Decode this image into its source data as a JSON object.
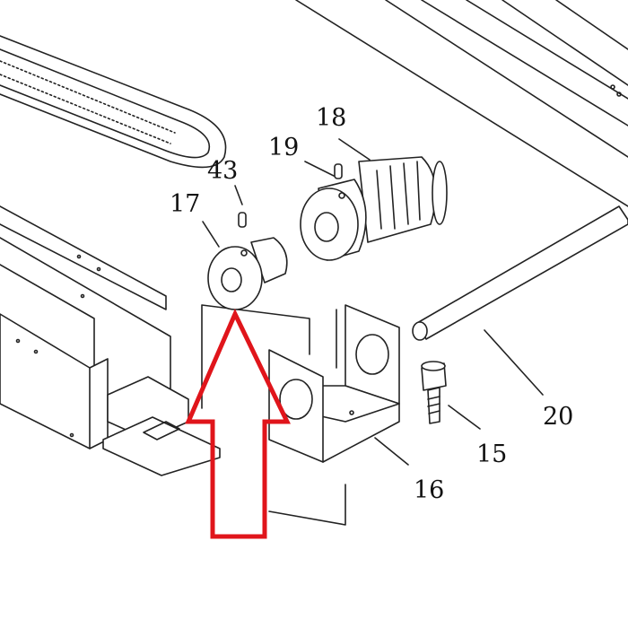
{
  "diagram": {
    "part_labels": {
      "p18": "18",
      "p19": "19",
      "p43": "43",
      "p17": "17",
      "p20": "20",
      "p15": "15",
      "p16": "16"
    },
    "arrow_color": "#e0151b"
  }
}
